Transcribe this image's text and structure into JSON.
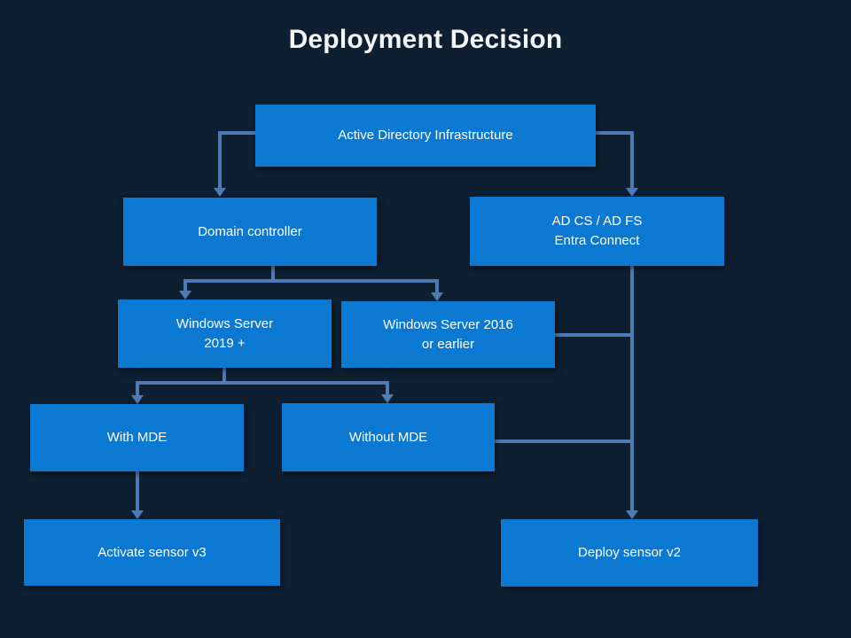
{
  "title": "Deployment Decision",
  "colors": {
    "background": "#0d1f31",
    "node_fill": "#0b79d1",
    "connector": "#4e7bb3",
    "text": "#ffffff"
  },
  "nodes": {
    "adi": {
      "label": "Active Directory Infrastructure"
    },
    "dc": {
      "label": "Domain controller"
    },
    "adcs": {
      "label": "AD CS / AD FS\nEntra Connect"
    },
    "ws2019": {
      "label": "Windows Server\n2019 +"
    },
    "ws2016": {
      "label": "Windows Server 2016\nor earlier"
    },
    "with_mde": {
      "label": "With MDE"
    },
    "without_mde": {
      "label": "Without MDE"
    },
    "activate_v3": {
      "label": "Activate sensor v3"
    },
    "deploy_v2": {
      "label": "Deploy sensor v2"
    }
  }
}
